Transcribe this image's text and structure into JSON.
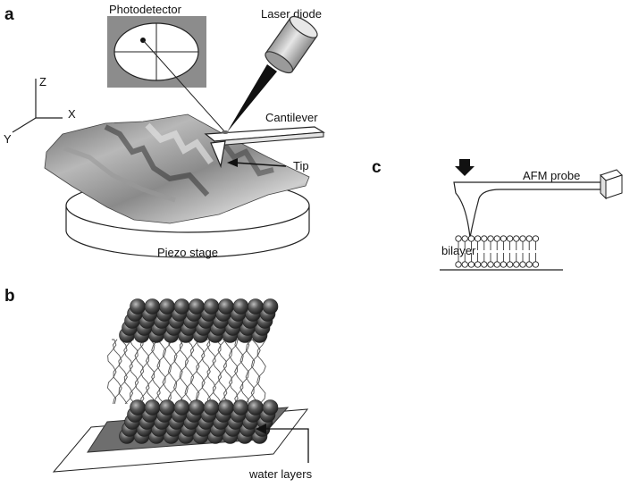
{
  "panels": {
    "a": "a",
    "b": "b",
    "c": "c"
  },
  "panel_a": {
    "photodetector": "Photodetector",
    "laser_diode": "Laser diode",
    "cantilever": "Cantilever",
    "tip": "Tip",
    "piezo_stage": "Piezo stage",
    "axis_z": "Z",
    "axis_x": "X",
    "axis_y": "Y"
  },
  "panel_b": {
    "water_layers": "water layers"
  },
  "panel_c": {
    "afm_probe": "AFM probe",
    "bilayer": "bilayer"
  },
  "colors": {
    "surface_dark": "#555555",
    "surface_light": "#c8c8c8",
    "photodetector_bg": "#8c8c8c",
    "head_dark": "#3a3a3a",
    "plate": "#6e6e6e"
  }
}
